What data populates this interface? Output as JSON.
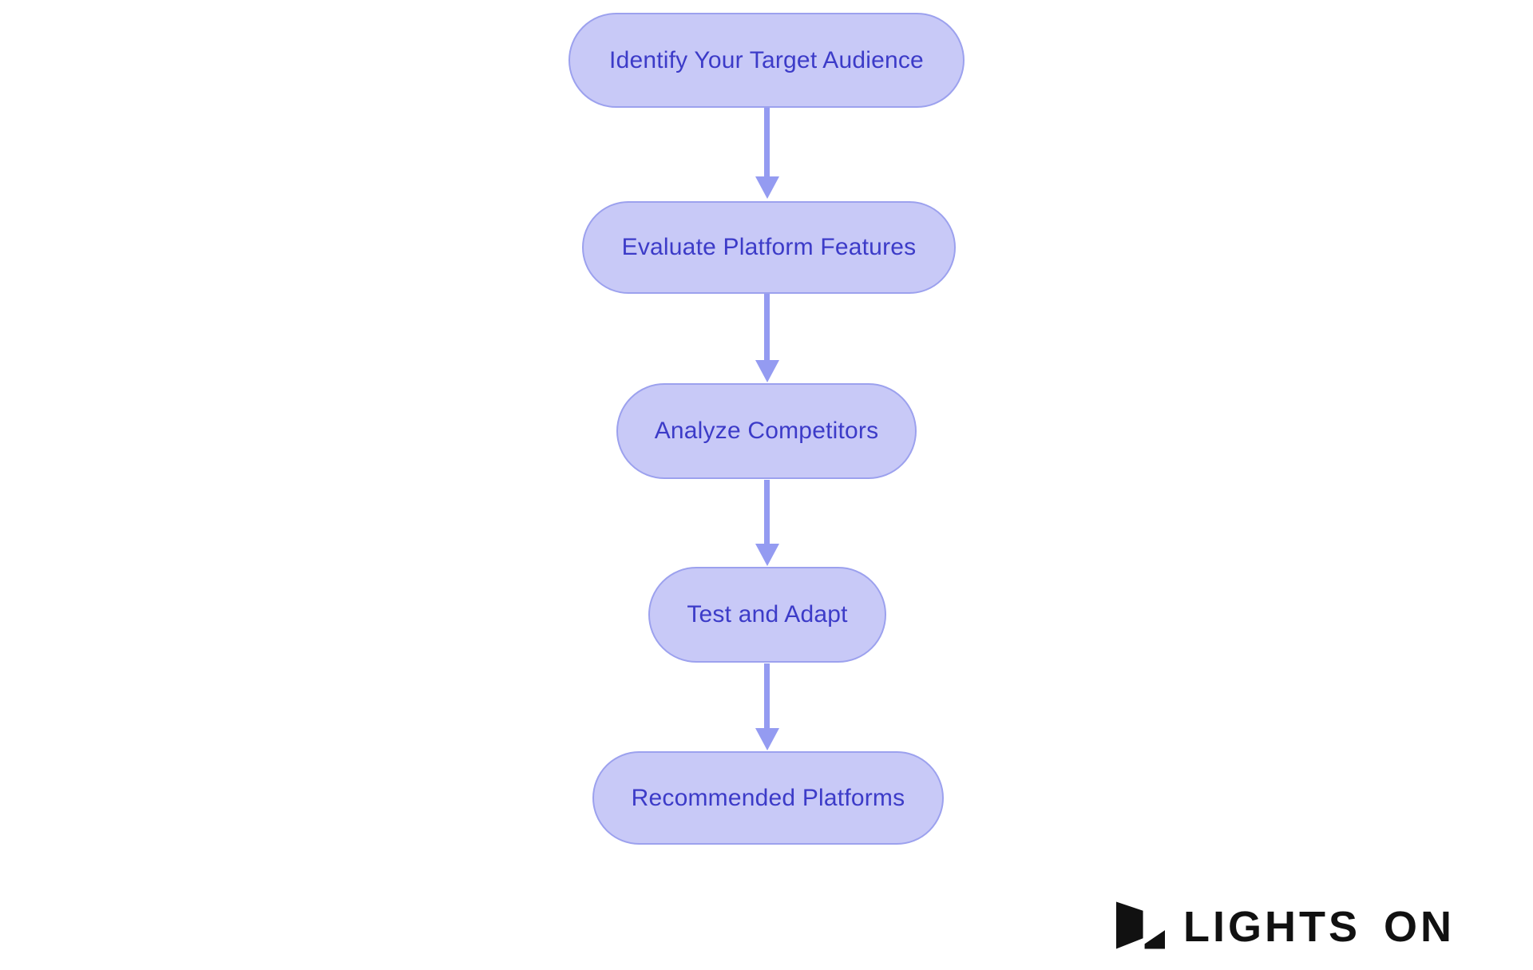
{
  "colors": {
    "background": "#ffffff",
    "node_fill": "#c8c9f7",
    "node_border": "#9ca1ee",
    "node_text": "#3c3bc8",
    "arrow": "#949bf1",
    "logo": "#111111"
  },
  "chart_data": {
    "type": "flowchart",
    "direction": "top-to-bottom",
    "steps": [
      "Identify Your Target Audience",
      "Evaluate Platform Features",
      "Analyze Competitors",
      "Test and Adapt",
      "Recommended Platforms"
    ]
  },
  "diagram": {
    "nodes": [
      {
        "label": "Identify Your Target Audience"
      },
      {
        "label": "Evaluate Platform Features"
      },
      {
        "label": "Analyze Competitors"
      },
      {
        "label": "Test and Adapt"
      },
      {
        "label": "Recommended Platforms"
      }
    ]
  },
  "branding": {
    "logo_text": "LIGHTS ON"
  }
}
